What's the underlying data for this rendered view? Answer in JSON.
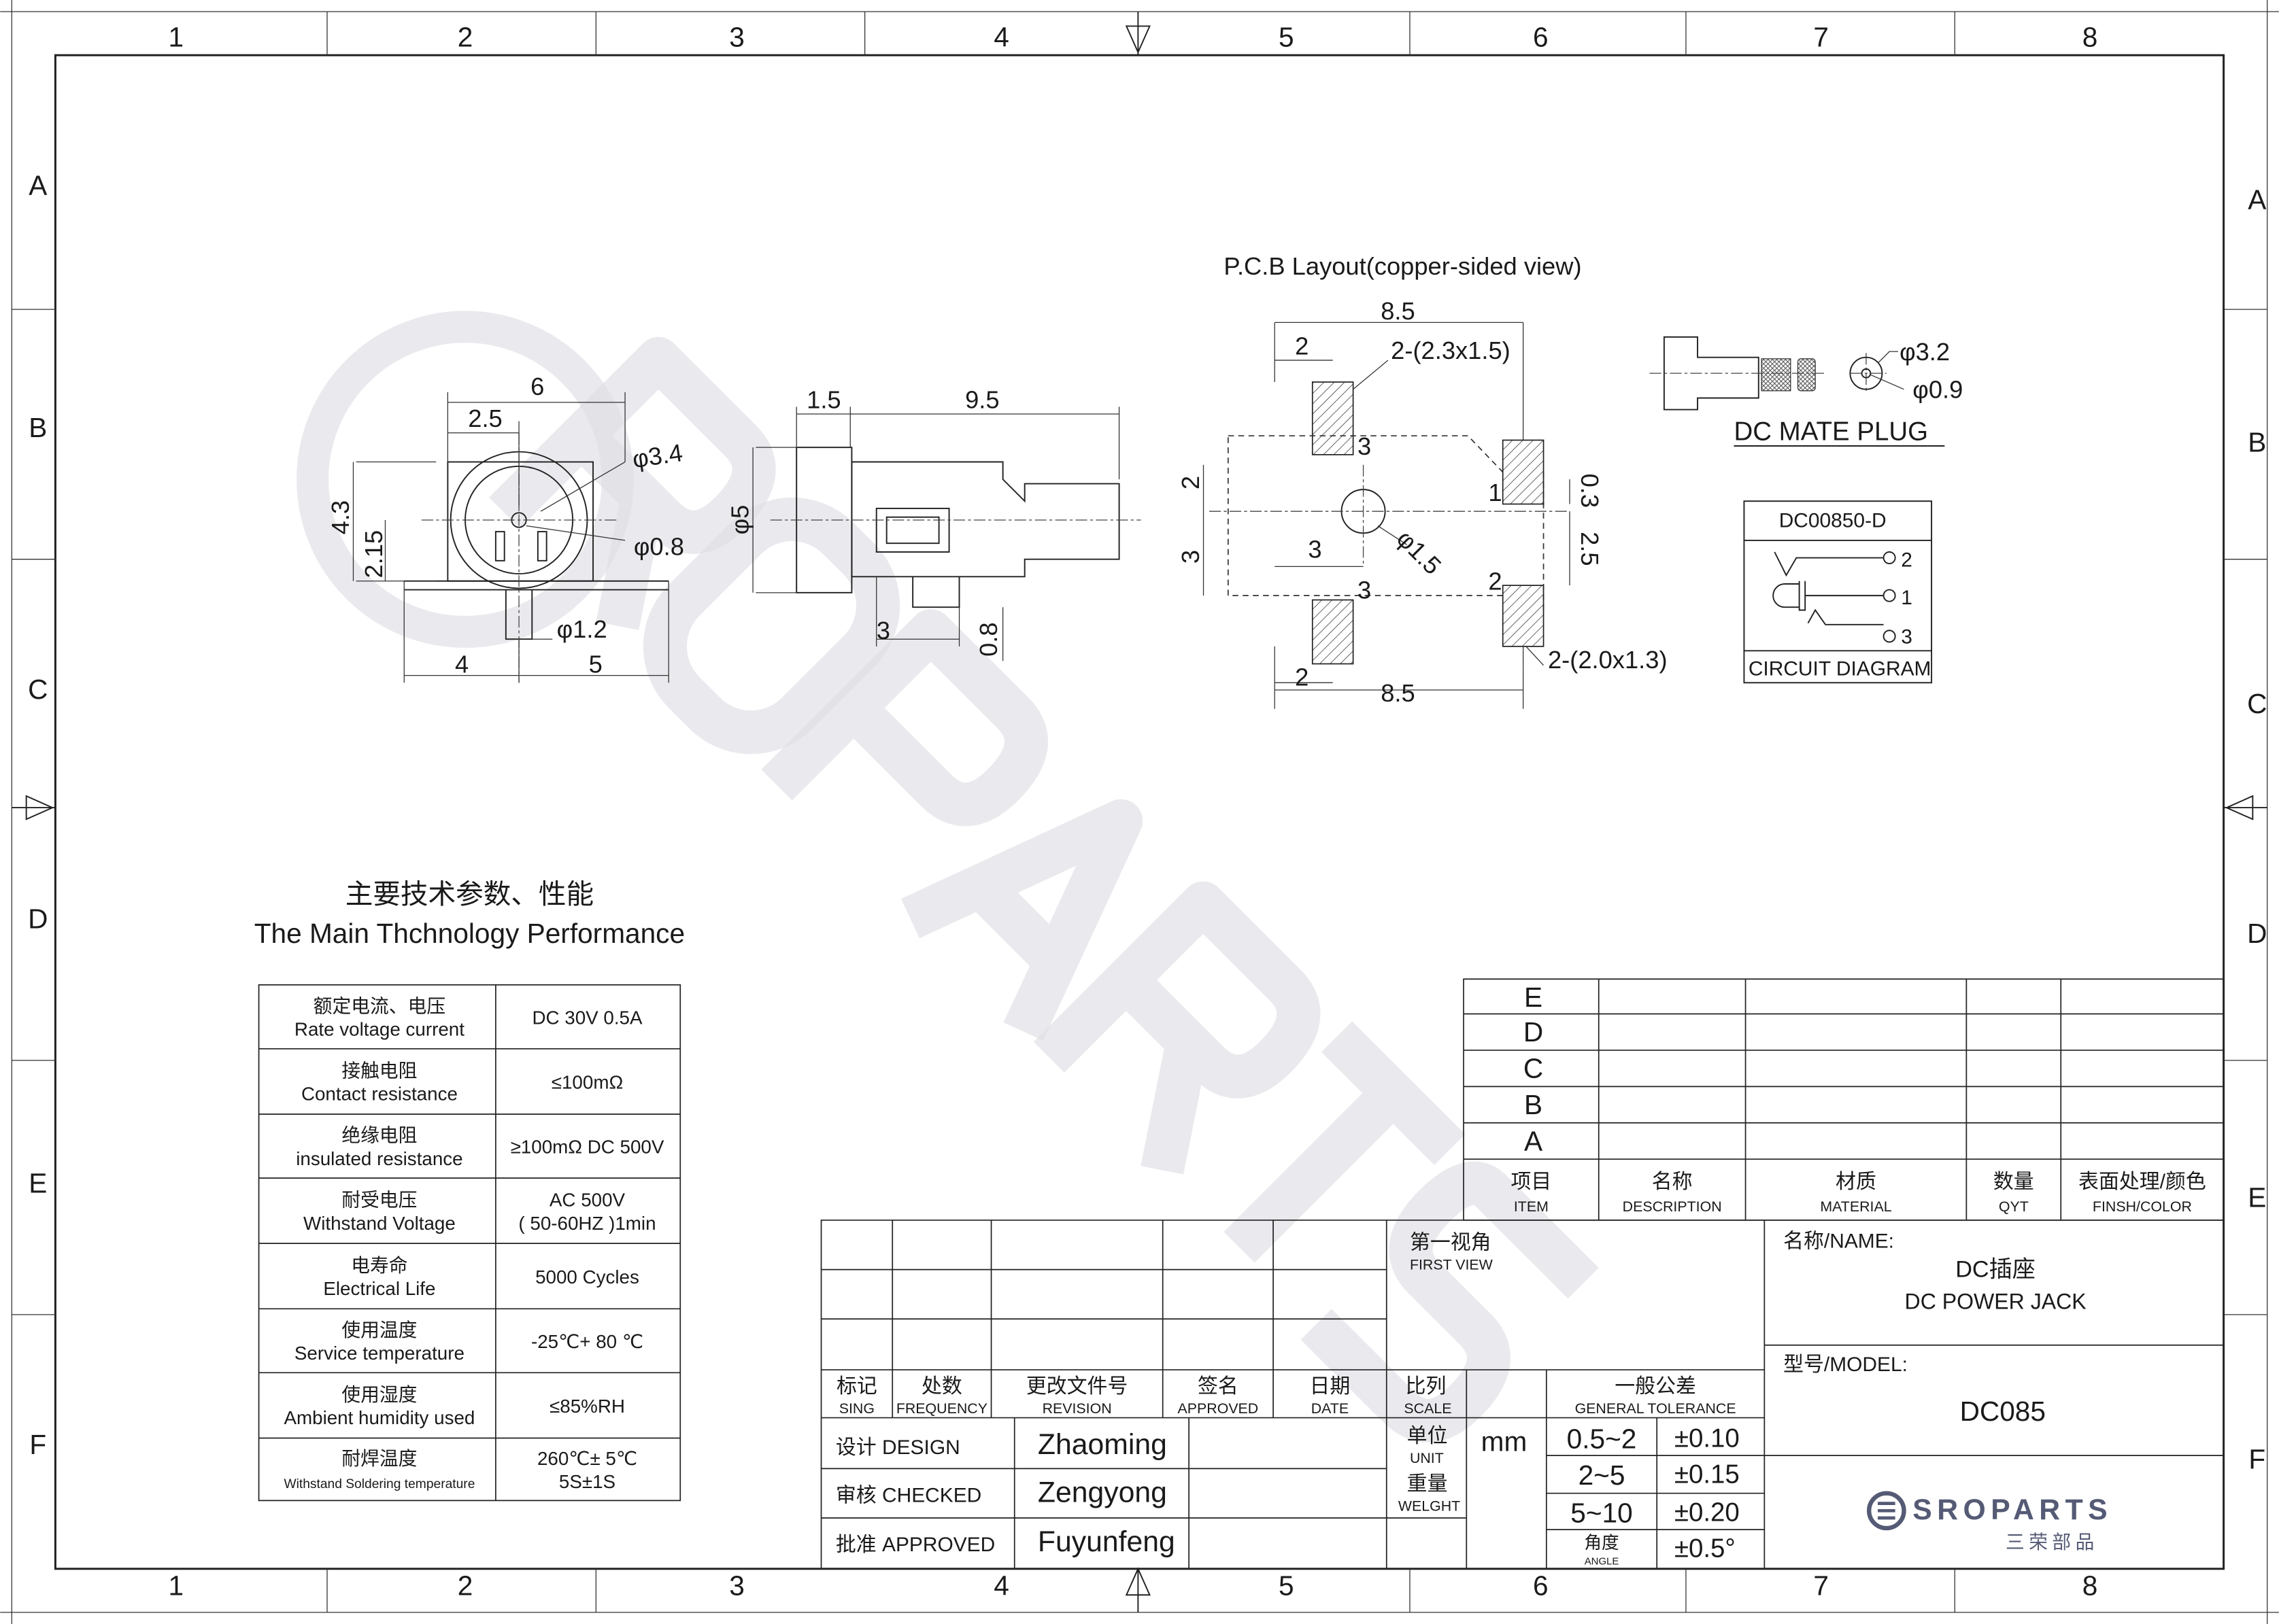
{
  "zones": {
    "columns": [
      "1",
      "2",
      "3",
      "4",
      "5",
      "6",
      "7",
      "8"
    ],
    "rows": [
      "A",
      "B",
      "C",
      "D",
      "E",
      "F"
    ]
  },
  "watermark": "SROPARTS",
  "front_view": {
    "dims": [
      "6",
      "2.5",
      "4.3",
      "2.15",
      "φ3.4",
      "φ0.8",
      "φ1.2",
      "4",
      "5"
    ]
  },
  "side_view": {
    "dims": [
      "1.5",
      "9.5",
      "φ5",
      "3",
      "0.8"
    ]
  },
  "pcb": {
    "title": "P.C.B Layout(copper-sided view)",
    "dims": [
      "8.5",
      "2",
      "2-(2.3x1.5)",
      "3",
      "1",
      "0.3",
      "2",
      "3",
      "3",
      "φ1.5",
      "2.5",
      "3",
      "2",
      "2",
      "2-(2.0x1.3)",
      "8.5"
    ]
  },
  "plug": {
    "dims": [
      "φ3.2",
      "φ0.9"
    ],
    "label": "DC MATE PLUG"
  },
  "circuit": {
    "part": "DC00850-D",
    "pins": [
      "2",
      "1",
      "3"
    ],
    "caption": "CIRCUIT DIAGRAM"
  },
  "spec": {
    "title_cn": "主要技术参数、性能",
    "title_en": "The Main Thchnology Performance",
    "rows": [
      {
        "cn": "额定电流、电压",
        "en": "Rate voltage current",
        "value": [
          "DC 30V   0.5A"
        ]
      },
      {
        "cn": "接触电阻",
        "en": "Contact resistance",
        "value": [
          "≤100mΩ"
        ]
      },
      {
        "cn": "绝缘电阻",
        "en": "insulated resistance",
        "value": [
          "≥100mΩ DC 500V"
        ]
      },
      {
        "cn": "耐受电压",
        "en": "Withstand Voltage",
        "value": [
          "AC 500V",
          "( 50-60HZ )1min"
        ]
      },
      {
        "cn": "电寿命",
        "en": "Electrical Life",
        "value": [
          "5000 Cycles"
        ]
      },
      {
        "cn": "使用温度",
        "en": "Service temperature",
        "value": [
          "-25℃+ 80 ℃"
        ]
      },
      {
        "cn": "使用湿度",
        "en": "Ambient humidity used",
        "value": [
          "≤85%RH"
        ]
      },
      {
        "cn": "耐焊温度",
        "en": "Withstand Soldering temperature",
        "value": [
          "260℃± 5℃",
          "5S±1S"
        ]
      }
    ]
  },
  "revision_table": {
    "rows": [
      "E",
      "D",
      "C",
      "B",
      "A"
    ],
    "headers": [
      {
        "cn": "项目",
        "en": "ITEM"
      },
      {
        "cn": "名称",
        "en": "DESCRIPTION"
      },
      {
        "cn": "材质",
        "en": "MATERIAL"
      },
      {
        "cn": "数量",
        "en": "QYT"
      },
      {
        "cn": "表面处理/颜色",
        "en": "FINSH/COLOR"
      }
    ]
  },
  "title_block": {
    "change_headers": [
      {
        "cn": "标记",
        "en": "SING"
      },
      {
        "cn": "处数",
        "en": "FREQUENCY"
      },
      {
        "cn": "更改文件号",
        "en": "REVISION"
      },
      {
        "cn": "签名",
        "en": "APPROVED"
      },
      {
        "cn": "日期",
        "en": "DATE"
      }
    ],
    "first_view_cn": "第一视角",
    "first_view_en": "FIRST VIEW",
    "scale_cn": "比列",
    "scale_en": "SCALE",
    "tolerance_cn": "一般公差",
    "tolerance_en": "GENERAL TOLERANCE",
    "design_label": "设计 DESIGN",
    "design_name": "Zhaoming",
    "checked_label": "审核 CHECKED",
    "checked_name": "Zengyong",
    "approved_label": "批准 APPROVED",
    "approved_name": "Fuyunfeng",
    "unit_cn": "单位",
    "unit_en": "UNIT",
    "unit_value": "mm",
    "weight_cn": "重量",
    "weight_en": "WELGHT",
    "angle_cn": "角度",
    "angle_en": "ANGLE",
    "tolerances": [
      {
        "range": "0.5~2",
        "tol": "±0.10"
      },
      {
        "range": "2~5",
        "tol": "±0.15"
      },
      {
        "range": "5~10",
        "tol": "±0.20"
      }
    ],
    "angle_tol": "±0.5°",
    "name_label": "名称/NAME:",
    "name_cn": "DC插座",
    "name_en": "DC POWER JACK",
    "model_label": "型号/MODEL:",
    "model": "DC085",
    "logo_text": "SROPARTS",
    "logo_cn": "三荣部品"
  }
}
